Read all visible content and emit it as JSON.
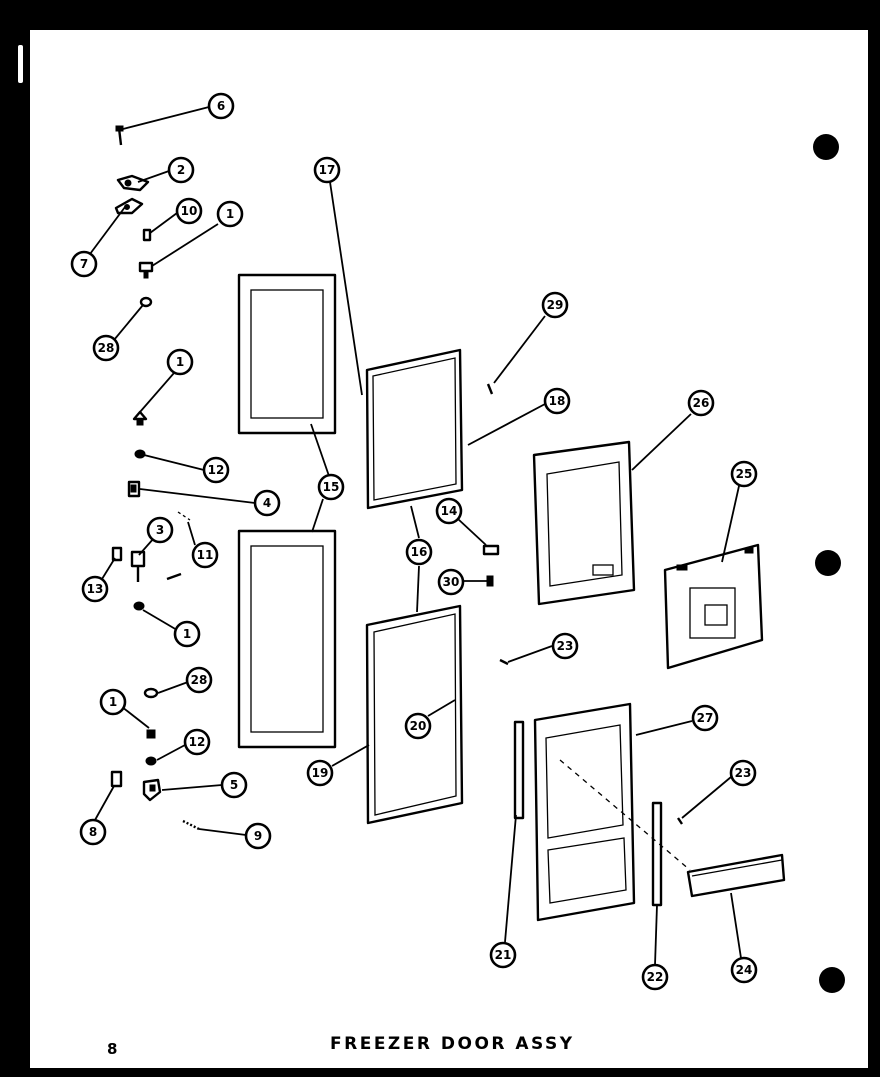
{
  "title": "FREEZER DOOR ASSY",
  "page_number": "8",
  "callouts": {
    "c6": "6",
    "c2": "2",
    "c10": "10",
    "c1a": "1",
    "c7": "7",
    "c28a": "28",
    "c1b": "1",
    "c12a": "12",
    "c4": "4",
    "c3": "3",
    "c11": "11",
    "c13": "13",
    "c1c": "1",
    "c1d": "1",
    "c28b": "28",
    "c12b": "12",
    "c5": "5",
    "c8": "8",
    "c9": "9",
    "c17": "17",
    "c15": "15",
    "c29": "29",
    "c18": "18",
    "c26": "26",
    "c14": "14",
    "c16": "16",
    "c30": "30",
    "c25": "25",
    "c23a": "23",
    "c20": "20",
    "c19": "19",
    "c27": "27",
    "c23b": "23",
    "c21": "21",
    "c22": "22",
    "c24": "24"
  }
}
